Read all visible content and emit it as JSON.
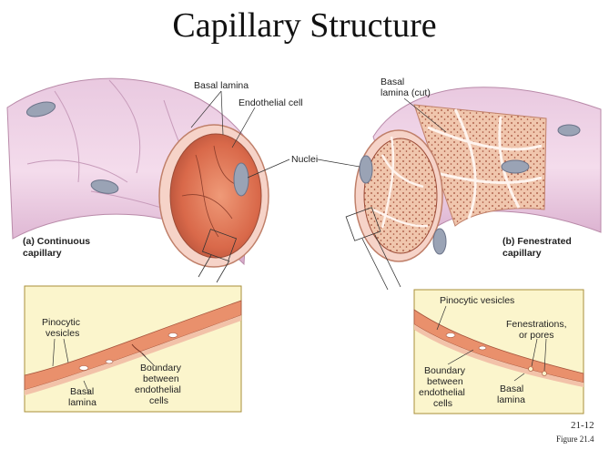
{
  "title": "Capillary Structure",
  "continuous": {
    "caption_line1": "(a) Continuous",
    "caption_line2": "capillary",
    "basal_lamina": "Basal lamina",
    "endothelial_cell": "Endothelial cell",
    "inset": {
      "pinocytic_line1": "Pinocytic",
      "pinocytic_line2": "vesicles",
      "basal_line1": "Basal",
      "basal_line2": "lamina",
      "boundary_line1": "Boundary",
      "boundary_line2": "between",
      "boundary_line3": "endothelial",
      "boundary_line4": "cells"
    }
  },
  "nuclei": "Nuclei",
  "fenestrated": {
    "caption_line1": "(b) Fenestrated",
    "caption_line2": "capillary",
    "basal_cut_line1": "Basal",
    "basal_cut_line2": "lamina (cut)",
    "inset": {
      "pinocytic": "Pinocytic vesicles",
      "fenestrations_line1": "Fenestrations,",
      "fenestrations_line2": "or pores",
      "boundary_line1": "Boundary",
      "boundary_line2": "between",
      "boundary_line3": "endothelial",
      "boundary_line4": "cells",
      "basal_line1": "Basal",
      "basal_line2": "lamina"
    }
  },
  "slide_number": "21-12",
  "figure_ref": "Figure 21.4"
}
